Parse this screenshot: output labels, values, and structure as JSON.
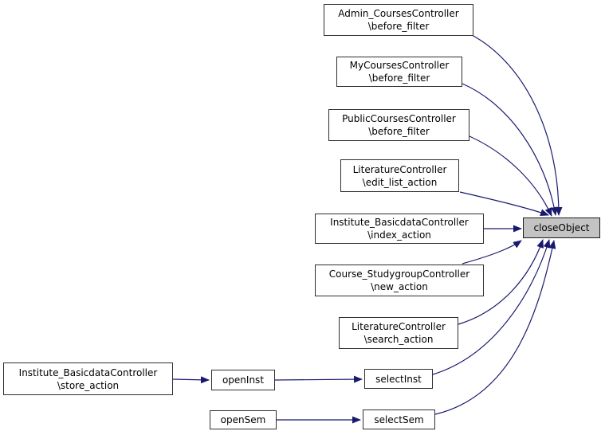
{
  "diagram": {
    "type": "call-graph",
    "background_color": "#ffffff",
    "edge_color": "#191970",
    "node_border_color": "#2e2e2e",
    "node_fill": "#ffffff",
    "target_fill": "#c3c3c3",
    "text_color": "#000000",
    "nodes": [
      {
        "id": "admin-courses-before-filter",
        "line1": "Admin_CoursesController",
        "line2": "\\before_filter"
      },
      {
        "id": "my-courses-before-filter",
        "line1": "MyCoursesController",
        "line2": "\\before_filter"
      },
      {
        "id": "public-courses-before-filter",
        "line1": "PublicCoursesController",
        "line2": "\\before_filter"
      },
      {
        "id": "literature-edit-list-action",
        "line1": "LiteratureController",
        "line2": "\\edit_list_action"
      },
      {
        "id": "institute-basicdata-index-action",
        "line1": "Institute_BasicdataController",
        "line2": "\\index_action"
      },
      {
        "id": "course-studygroup-new-action",
        "line1": "Course_StudygroupController",
        "line2": "\\new_action"
      },
      {
        "id": "literature-search-action",
        "line1": "LiteratureController",
        "line2": "\\search_action"
      },
      {
        "id": "institute-basicdata-store-action",
        "line1": "Institute_BasicdataController",
        "line2": "\\store_action"
      },
      {
        "id": "open-inst",
        "line1": "openInst"
      },
      {
        "id": "select-inst",
        "line1": "selectInst"
      },
      {
        "id": "open-sem",
        "line1": "openSem"
      },
      {
        "id": "select-sem",
        "line1": "selectSem"
      },
      {
        "id": "close-object",
        "line1": "closeObject",
        "is_target": true
      }
    ],
    "edges": [
      {
        "from": "Admin_CoursesController\\before_filter",
        "to": "closeObject"
      },
      {
        "from": "MyCoursesController\\before_filter",
        "to": "closeObject"
      },
      {
        "from": "PublicCoursesController\\before_filter",
        "to": "closeObject"
      },
      {
        "from": "LiteratureController\\edit_list_action",
        "to": "closeObject"
      },
      {
        "from": "Institute_BasicdataController\\index_action",
        "to": "closeObject"
      },
      {
        "from": "Course_StudygroupController\\new_action",
        "to": "closeObject"
      },
      {
        "from": "LiteratureController\\search_action",
        "to": "closeObject"
      },
      {
        "from": "Institute_BasicdataController\\store_action",
        "to": "openInst"
      },
      {
        "from": "openInst",
        "to": "selectInst"
      },
      {
        "from": "openSem",
        "to": "selectSem"
      },
      {
        "from": "selectInst",
        "to": "closeObject"
      },
      {
        "from": "selectSem",
        "to": "closeObject"
      }
    ]
  }
}
